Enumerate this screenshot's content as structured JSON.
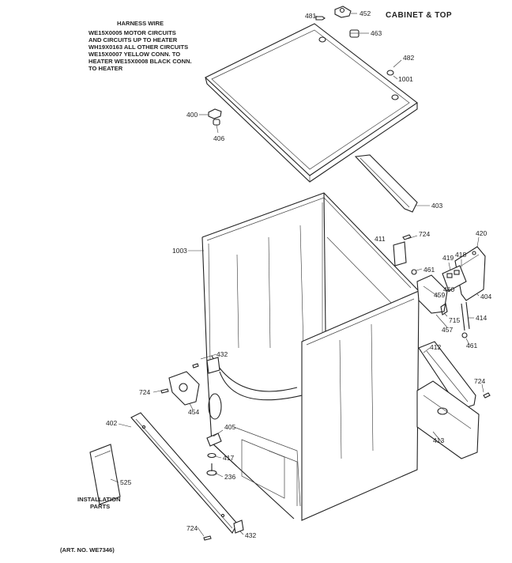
{
  "header": {
    "title": "CABINET & TOP"
  },
  "harness": {
    "title": "HARNESS WIRE",
    "lines": [
      "WE15X0005 MOTOR CIRCUITS",
      "AND CIRCUITS UP TO HEATER",
      "WH19X0163 ALL OTHER CIRCUITS",
      "WE15X0007 YELLOW CONN. TO",
      "HEATER WE15X0008 BLACK CONN.",
      "TO HEATER"
    ]
  },
  "install": {
    "line1": "INSTALLATION",
    "line2": "PARTS"
  },
  "art": "(ART. NO. WE7346)",
  "callouts": [
    {
      "id": "c481",
      "text": "481"
    },
    {
      "id": "c452",
      "text": "452"
    },
    {
      "id": "c463",
      "text": "463"
    },
    {
      "id": "c482",
      "text": "482"
    },
    {
      "id": "c1001",
      "text": "1001"
    },
    {
      "id": "c400",
      "text": "400"
    },
    {
      "id": "c406",
      "text": "406"
    },
    {
      "id": "c403",
      "text": "403"
    },
    {
      "id": "c1003",
      "text": "1003"
    },
    {
      "id": "c411",
      "text": "411"
    },
    {
      "id": "c724a",
      "text": "724"
    },
    {
      "id": "c420",
      "text": "420"
    },
    {
      "id": "c418",
      "text": "418"
    },
    {
      "id": "c419",
      "text": "419"
    },
    {
      "id": "c461a",
      "text": "461"
    },
    {
      "id": "c459",
      "text": "459"
    },
    {
      "id": "c460",
      "text": "460"
    },
    {
      "id": "c404",
      "text": "404"
    },
    {
      "id": "c715",
      "text": "715"
    },
    {
      "id": "c414",
      "text": "414"
    },
    {
      "id": "c457",
      "text": "457"
    },
    {
      "id": "c461b",
      "text": "461"
    },
    {
      "id": "c412",
      "text": "412"
    },
    {
      "id": "c432a",
      "text": "432"
    },
    {
      "id": "c724b",
      "text": "724"
    },
    {
      "id": "c454",
      "text": "454"
    },
    {
      "id": "c724c",
      "text": "724"
    },
    {
      "id": "c413",
      "text": "413"
    },
    {
      "id": "c402",
      "text": "402"
    },
    {
      "id": "c405",
      "text": "405"
    },
    {
      "id": "c417",
      "text": "417"
    },
    {
      "id": "c236",
      "text": "236"
    },
    {
      "id": "c525",
      "text": "525"
    },
    {
      "id": "c724d",
      "text": "724"
    },
    {
      "id": "c432b",
      "text": "432"
    }
  ]
}
